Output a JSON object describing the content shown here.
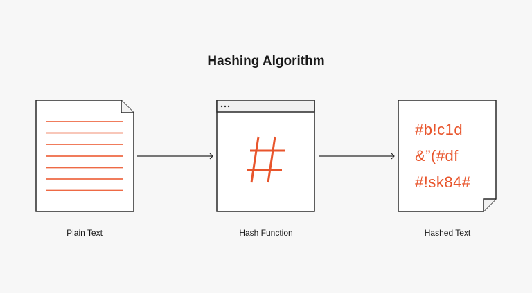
{
  "title": "Hashing Algorithm",
  "steps": [
    {
      "label": "Plain Text",
      "icon": "document-lines-icon"
    },
    {
      "label": "Hash Function",
      "icon": "hash-window-icon"
    },
    {
      "label": "Hashed Text",
      "icon": "hashed-document-icon"
    }
  ],
  "hashed_lines": [
    "#b!c1d",
    "&”(#df",
    "#!sk84#"
  ],
  "colors": {
    "accent": "#e8552c",
    "stroke": "#2a2a2a",
    "background": "#f7f7f7"
  }
}
